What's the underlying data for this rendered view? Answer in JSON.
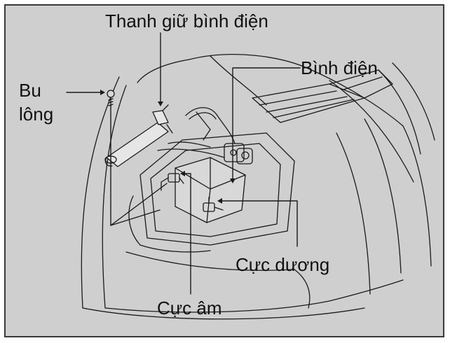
{
  "labels": {
    "strap": "Thanh giữ bình điện",
    "battery": "Bình điện",
    "bolt_line1": "Bu",
    "bolt_line2": "lông",
    "positive": "Cực dương",
    "negative": "Cực âm"
  },
  "colors": {
    "background": "#cfcfcf",
    "border": "#3a3a3a",
    "line": "#1a1a1a",
    "text": "#111111"
  }
}
